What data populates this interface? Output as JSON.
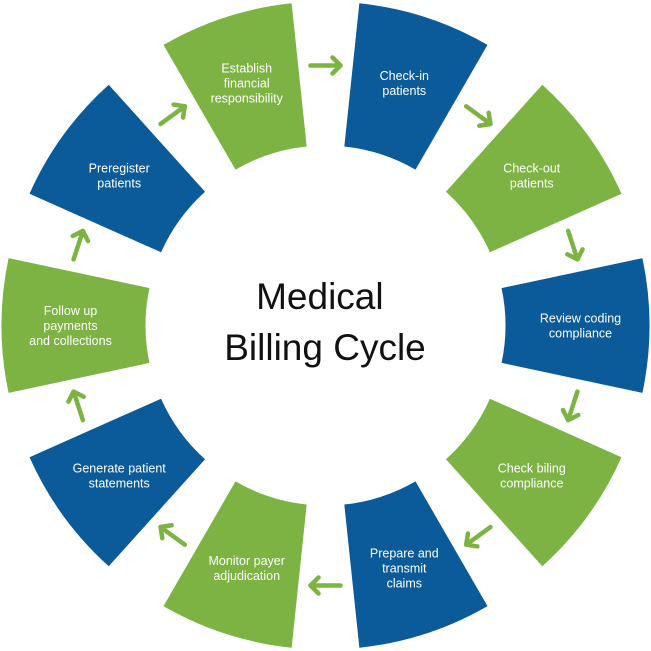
{
  "center_title": [
    "Medical",
    "Billing Cycle"
  ],
  "colors": {
    "blue": "#0b5a99",
    "green": "#7cb342",
    "arrow": "#7cb342",
    "background": "#ffffff",
    "title": "#111111"
  },
  "steps": [
    {
      "lines": [
        "Check-in",
        "patients"
      ],
      "color": "blue"
    },
    {
      "lines": [
        "Check-out",
        "patients"
      ],
      "color": "green"
    },
    {
      "lines": [
        "Review coding",
        "compliance"
      ],
      "color": "blue"
    },
    {
      "lines": [
        "Check biling",
        "compliance"
      ],
      "color": "green"
    },
    {
      "lines": [
        "Prepare and",
        "transmit",
        "claims"
      ],
      "color": "blue"
    },
    {
      "lines": [
        "Monitor payer",
        "adjudication"
      ],
      "color": "green"
    },
    {
      "lines": [
        "Generate patient",
        "statements"
      ],
      "color": "blue"
    },
    {
      "lines": [
        "Follow up",
        "payments",
        "and collections"
      ],
      "color": "green"
    },
    {
      "lines": [
        "Preregister",
        "patients"
      ],
      "color": "blue"
    },
    {
      "lines": [
        "Establish",
        "financial",
        "responsibility"
      ],
      "color": "green"
    }
  ],
  "flow_direction": "clockwise",
  "arrow_icon": "chevron-arrow-icon"
}
